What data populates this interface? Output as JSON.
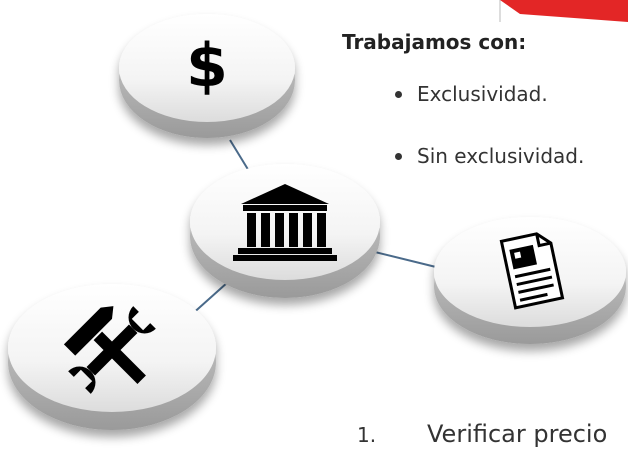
{
  "heading": "Trabajamos con:",
  "bullets": [
    "Exclusividad.",
    "Sin exclusividad."
  ],
  "numbered_item": {
    "number": "1.",
    "text": "Verificar precio"
  },
  "nodes": [
    {
      "id": "dollar",
      "icon": "dollar-icon",
      "glyph": "$"
    },
    {
      "id": "bank",
      "icon": "bank-building-icon"
    },
    {
      "id": "document",
      "icon": "document-icon"
    },
    {
      "id": "tools",
      "icon": "hammer-wrench-icon"
    }
  ],
  "colors": {
    "connector": "#4a6a8a",
    "accent": "#e32626",
    "icon": "#000000"
  }
}
